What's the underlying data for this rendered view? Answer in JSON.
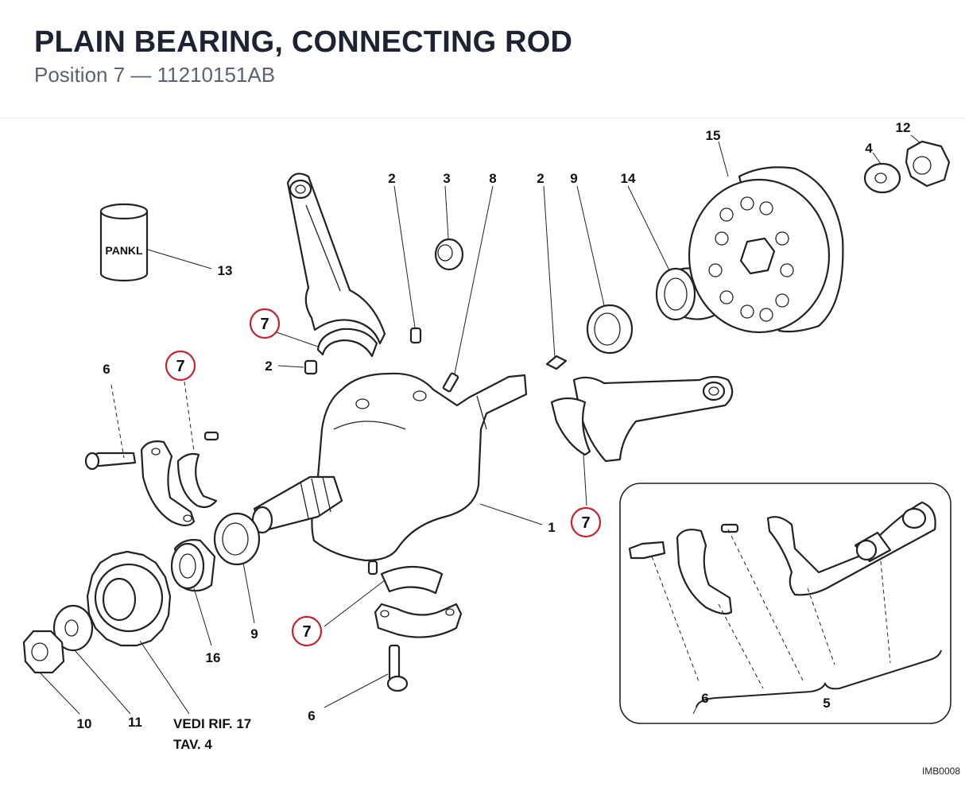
{
  "header": {
    "title": "PLAIN BEARING, CONNECTING ROD",
    "subtitle": "Position 7 — 11210151AB"
  },
  "diagram": {
    "brand_text": "PANKL",
    "reference": [
      "VEDI RIF. 17",
      "TAV. 4"
    ],
    "drawing_code": "IMB0008",
    "callout_label": "7",
    "labels": {
      "l1": "1",
      "l2a": "2",
      "l2b": "2",
      "l2c": "2",
      "l3": "3",
      "l4": "4",
      "l5": "5",
      "l6a": "6",
      "l6b": "6",
      "l6c": "6",
      "l8": "8",
      "l9a": "9",
      "l9b": "9",
      "l10": "10",
      "l11": "11",
      "l12": "12",
      "l13": "13",
      "l14": "14",
      "l15": "15",
      "l16": "16"
    },
    "highlight_color": "#c8202f"
  }
}
